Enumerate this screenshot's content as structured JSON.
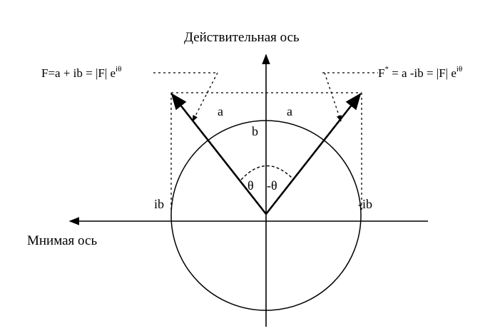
{
  "diagram": {
    "real_axis_label": "Действительная ось",
    "imag_axis_label": "Мнимая ось",
    "formula_f": {
      "lhs": "F=a + ib = |F| e",
      "exp": "iθ"
    },
    "formula_fconj": {
      "base": "F",
      "star": "*",
      "rhs": " = a -ib = |F| e",
      "exp": "iθ"
    },
    "label_a_left": "a",
    "label_a_right": "a",
    "label_b": "b",
    "label_ib": "ib",
    "label_minus_ib": "-ib",
    "label_theta": "θ",
    "label_minus_theta": "-θ",
    "colors": {
      "ink": "#000000",
      "background": "#ffffff"
    }
  }
}
